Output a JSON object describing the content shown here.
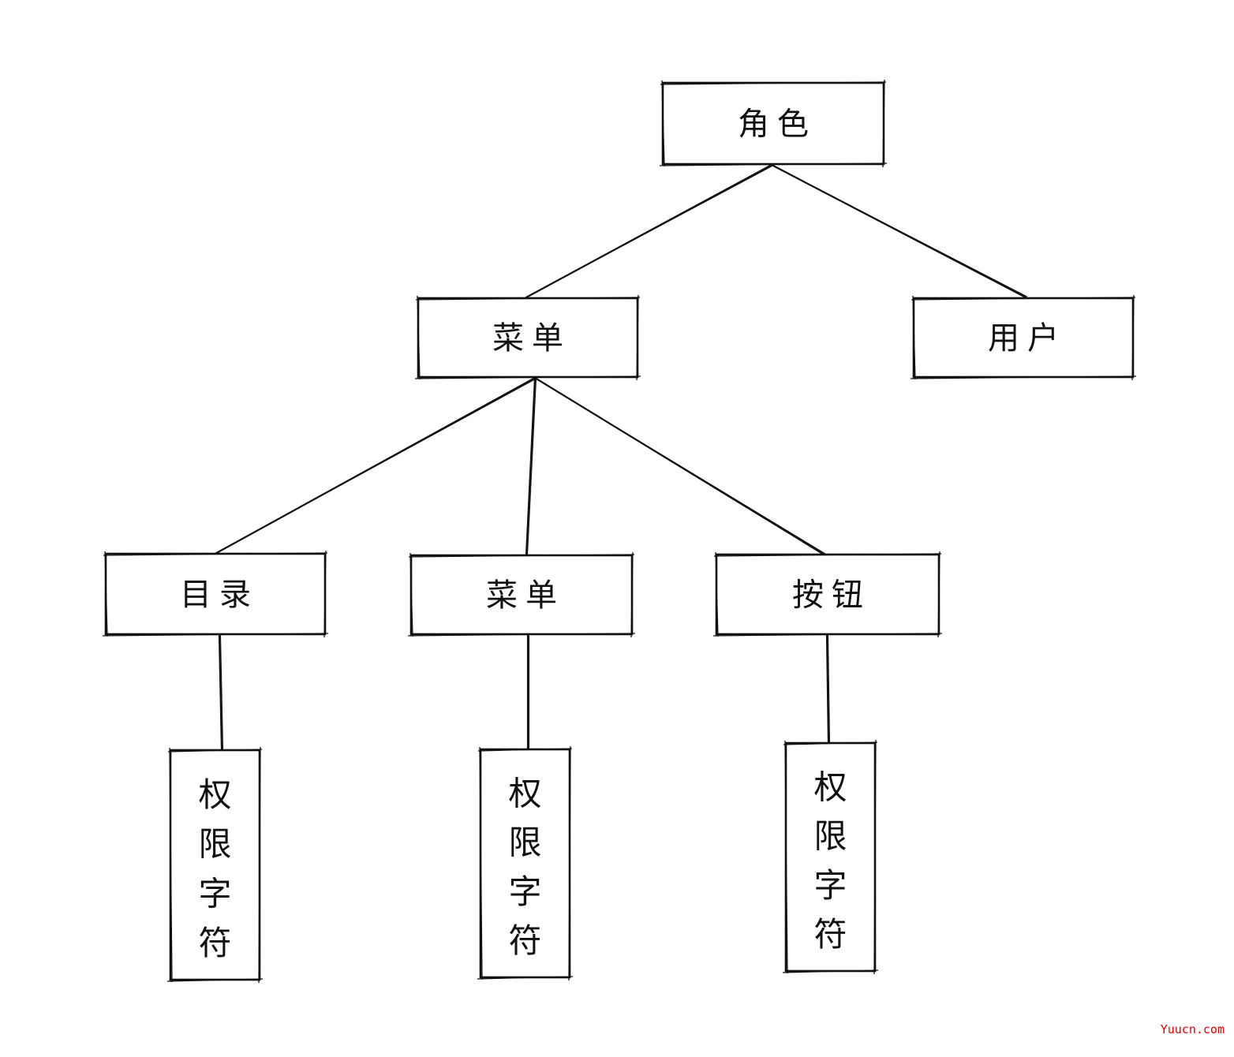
{
  "diagram": {
    "nodes": [
      {
        "id": "role",
        "label": "角色"
      },
      {
        "id": "menu",
        "label": "菜单"
      },
      {
        "id": "user",
        "label": "用户"
      },
      {
        "id": "directory",
        "label": "目录"
      },
      {
        "id": "submenu",
        "label": "菜单"
      },
      {
        "id": "button",
        "label": "按钮"
      },
      {
        "id": "perm1",
        "label": "权限字符"
      },
      {
        "id": "perm2",
        "label": "权限字符"
      },
      {
        "id": "perm3",
        "label": "权限字符"
      }
    ],
    "edges": [
      {
        "from": "role",
        "to": "menu"
      },
      {
        "from": "role",
        "to": "user"
      },
      {
        "from": "menu",
        "to": "directory"
      },
      {
        "from": "menu",
        "to": "submenu"
      },
      {
        "from": "menu",
        "to": "button"
      },
      {
        "from": "directory",
        "to": "perm1"
      },
      {
        "from": "submenu",
        "to": "perm2"
      },
      {
        "from": "button",
        "to": "perm3"
      }
    ]
  },
  "watermark": "Yuucn.com"
}
